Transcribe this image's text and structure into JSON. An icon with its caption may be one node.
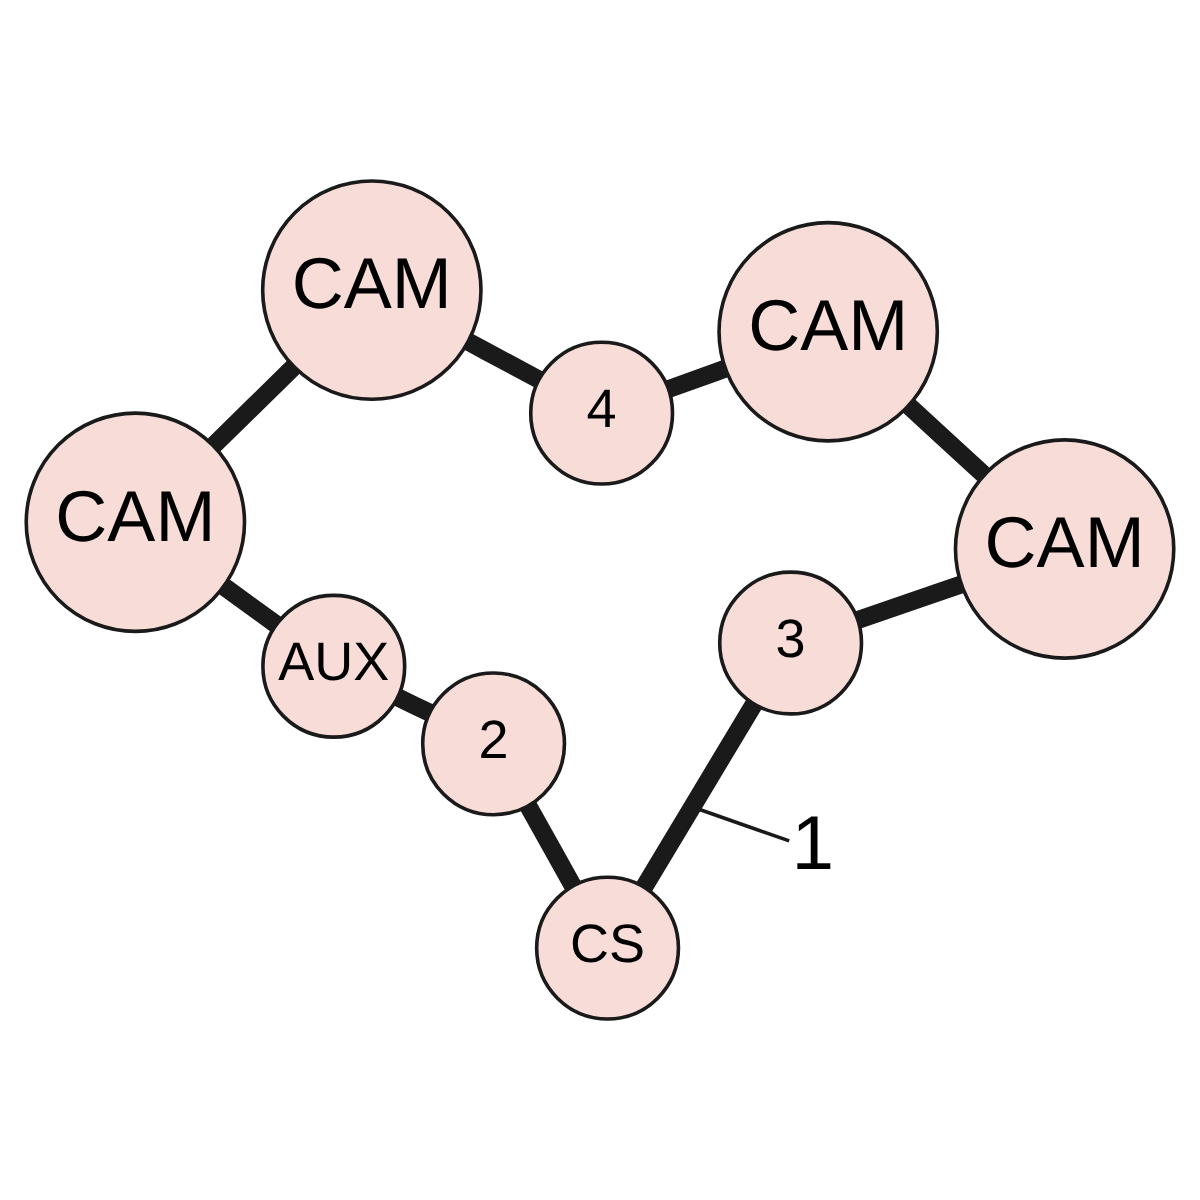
{
  "diagram": {
    "nodes": [
      {
        "text": [
          "CAM"
        ]
      },
      {
        "text": [
          "CAM"
        ]
      },
      {
        "text": [
          "4"
        ]
      },
      {
        "text": [
          "CAM"
        ]
      },
      {
        "text": [
          "CAM"
        ]
      },
      {
        "text": [
          "3"
        ]
      },
      {
        "text": [
          "AUX"
        ]
      },
      {
        "text": [
          "2"
        ]
      },
      {
        "text": [
          "1"
        ]
      },
      {
        "text": [
          "CS"
        ]
      }
    ],
    "edges": [
      {
        "from": 0,
        "to": 2,
        "arrow": "none"
      },
      {
        "from": 2,
        "to": 1,
        "arrow": "none"
      },
      {
        "from": 1,
        "to": 4,
        "arrow": "none"
      },
      {
        "from": 4,
        "to": 5,
        "arrow": "none"
      },
      {
        "from": 5,
        "to": 9,
        "arrow": "none"
      },
      {
        "from": 9,
        "to": 7,
        "arrow": "none"
      },
      {
        "from": 7,
        "to": 6,
        "arrow": "none"
      },
      {
        "from": 6,
        "to": 3,
        "arrow": "none"
      },
      {
        "from": 3,
        "to": 0,
        "arrow": "none"
      },
      {
        "from": 8,
        "to": null,
        "arrow": "none"
      }
    ]
  }
}
